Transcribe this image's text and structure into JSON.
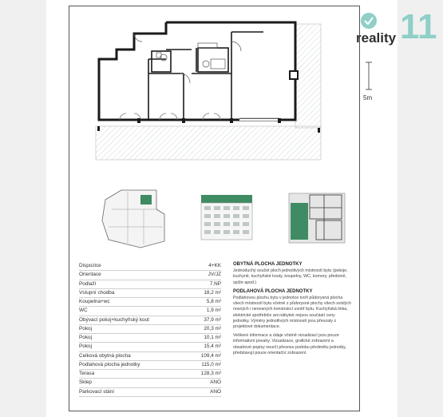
{
  "brand": {
    "word": "reality",
    "number": "11",
    "accent": "#8fcfc8",
    "icon": "brand-badge-icon"
  },
  "scale": {
    "label": "5m"
  },
  "table": {
    "rows": [
      {
        "k": "Dispozice",
        "v": "4+KK"
      },
      {
        "k": "Orientace",
        "v": "JV/JZ"
      },
      {
        "k": "Podlaží",
        "v": "7.NP"
      },
      {
        "k": "Vstupní chodba",
        "v": "18,2 m²"
      },
      {
        "k": "Koupelna+wc",
        "v": "5,8 m²"
      },
      {
        "k": "WC",
        "v": "1,9 m²"
      },
      {
        "k": "Obývací pokoj+kuchyňský kout",
        "v": "37,9 m²"
      },
      {
        "k": "Pokoj",
        "v": "20,3 m²"
      },
      {
        "k": "Pokoj",
        "v": "10,1 m²"
      },
      {
        "k": "Pokoj",
        "v": "15,4 m²"
      },
      {
        "k": "Celková obytná plocha",
        "v": "109,4 m²"
      },
      {
        "k": "Podlahová plocha jednotky",
        "v": "115,0 m²"
      },
      {
        "k": "Terasa",
        "v": "128,3 m²"
      },
      {
        "k": "Sklep",
        "v": "ANO"
      },
      {
        "k": "Parkovací stání",
        "v": "ANO"
      }
    ]
  },
  "notes": {
    "h1": "OBYTNÁ PLOCHA JEDNOTKY",
    "p1": "Jednoduchý součet ploch jednotlivých místností bytu (pokoje, kuchyně, kuchyňské kouty, koupelny, WC, komory, předsíně, spíže apod.)",
    "h2": "PODLAHOVÁ PLOCHA JEDNOTKY",
    "p2": "Podlahovou plochu bytu v jednotce tvoří půdorysná plocha všech místností bytu včetně z půdorysné plochy všech svislých nosných i nenosných konstrukcí uvnitř bytu. Kuchyňská linka, elektrické spotřebiče ani nábytek nejsou součástí ceny jednotky. Výměry jednotlivých místností jsou převzaty z projektové dokumentace.",
    "p3": "Veškeré informace a údaje včetně vizualizací jsou pouze informativní povahy. Vizualizace, grafické zobrazení a obsahové popisy neurčí přesnou podobu předmětu jednotky, představují pouze orientační zobrazení."
  }
}
